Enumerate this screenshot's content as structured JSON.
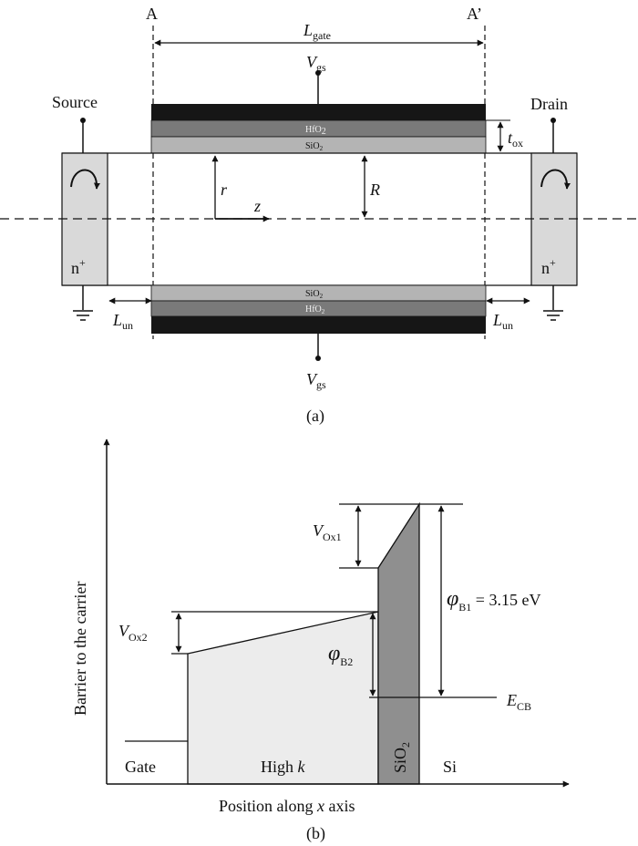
{
  "panel_a": {
    "section_left": "A",
    "section_right": "A’",
    "gate_length": {
      "main": "L",
      "sub": "gate"
    },
    "vgs_top": {
      "main": "V",
      "sub": "gs"
    },
    "vgs_bottom": {
      "main": "V",
      "sub": "gs"
    },
    "source_label": "Source",
    "drain_label": "Drain",
    "hfo2_top": {
      "main": "HfO",
      "sub": "2"
    },
    "sio2_top": {
      "main": "SiO",
      "sub": "2"
    },
    "sio2_bottom": {
      "main": "SiO",
      "sub": "2"
    },
    "hfo2_bottom": {
      "main": "HfO",
      "sub": "2"
    },
    "tox": {
      "main": "t",
      "sub": "ox"
    },
    "r_label": "r",
    "R_label": "R",
    "z_label": "z",
    "n_plus_left": {
      "main": "n",
      "sup": "+"
    },
    "n_plus_right": {
      "main": "n",
      "sup": "+"
    },
    "lun_left": {
      "main": "L",
      "sub": "un"
    },
    "lun_right": {
      "main": "L",
      "sub": "un"
    },
    "caption": "(a)",
    "colors": {
      "gate_metal": "#161616",
      "hfo2": "#7a7a7a",
      "sio2": "#b4b4b4",
      "contact": "#d9d9d9"
    }
  },
  "panel_b": {
    "ylabel": "Barrier to the carrier",
    "xlabel": {
      "pre": "Position along ",
      "var": "x",
      "post": " axis"
    },
    "vox1": {
      "main": "V",
      "sub": "Ox1"
    },
    "vox2": {
      "main": "V",
      "sub": "Ox2"
    },
    "phi_b1": {
      "sym": "φ",
      "sub": "B1",
      "value": " = 3.15 eV"
    },
    "phi_b2": {
      "sym": "φ",
      "sub": "B2"
    },
    "ecb": {
      "main": "E",
      "sub": "CB"
    },
    "gate_region": "Gate",
    "highk_region": {
      "pre": "High ",
      "var": "k"
    },
    "sio2_region": {
      "main": "SiO",
      "sub": "2"
    },
    "si_region": "Si",
    "caption": "(b)",
    "colors": {
      "highk_fill": "#ececec",
      "sio2_fill": "#8f8f8f"
    }
  }
}
